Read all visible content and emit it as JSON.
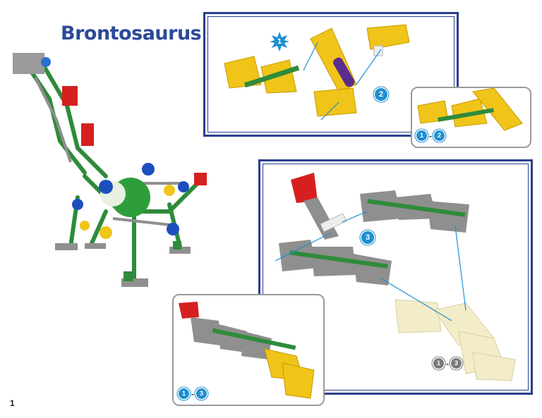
{
  "title": "Brontosaurus",
  "page_number": "1",
  "steps": {
    "step1": "1",
    "step2": "2",
    "step3": "3"
  },
  "ranges": {
    "r12": {
      "from": "1",
      "to": "2"
    },
    "r13_gray": {
      "from": "1",
      "to": "3"
    },
    "r13_blue": {
      "from": "1",
      "to": "3"
    }
  },
  "colors": {
    "title_blue": "#2b4a9a",
    "frame_blue": "#2b3f8c",
    "badge_blue": "#1e8fd0",
    "rod_green": "#2e8b3a",
    "connector_yellow": "#f0c419",
    "connector_gray": "#8f8f8f",
    "connector_red": "#d62020",
    "connector_purple": "#5b2d8e",
    "connector_cream": "#f3ecc8"
  }
}
